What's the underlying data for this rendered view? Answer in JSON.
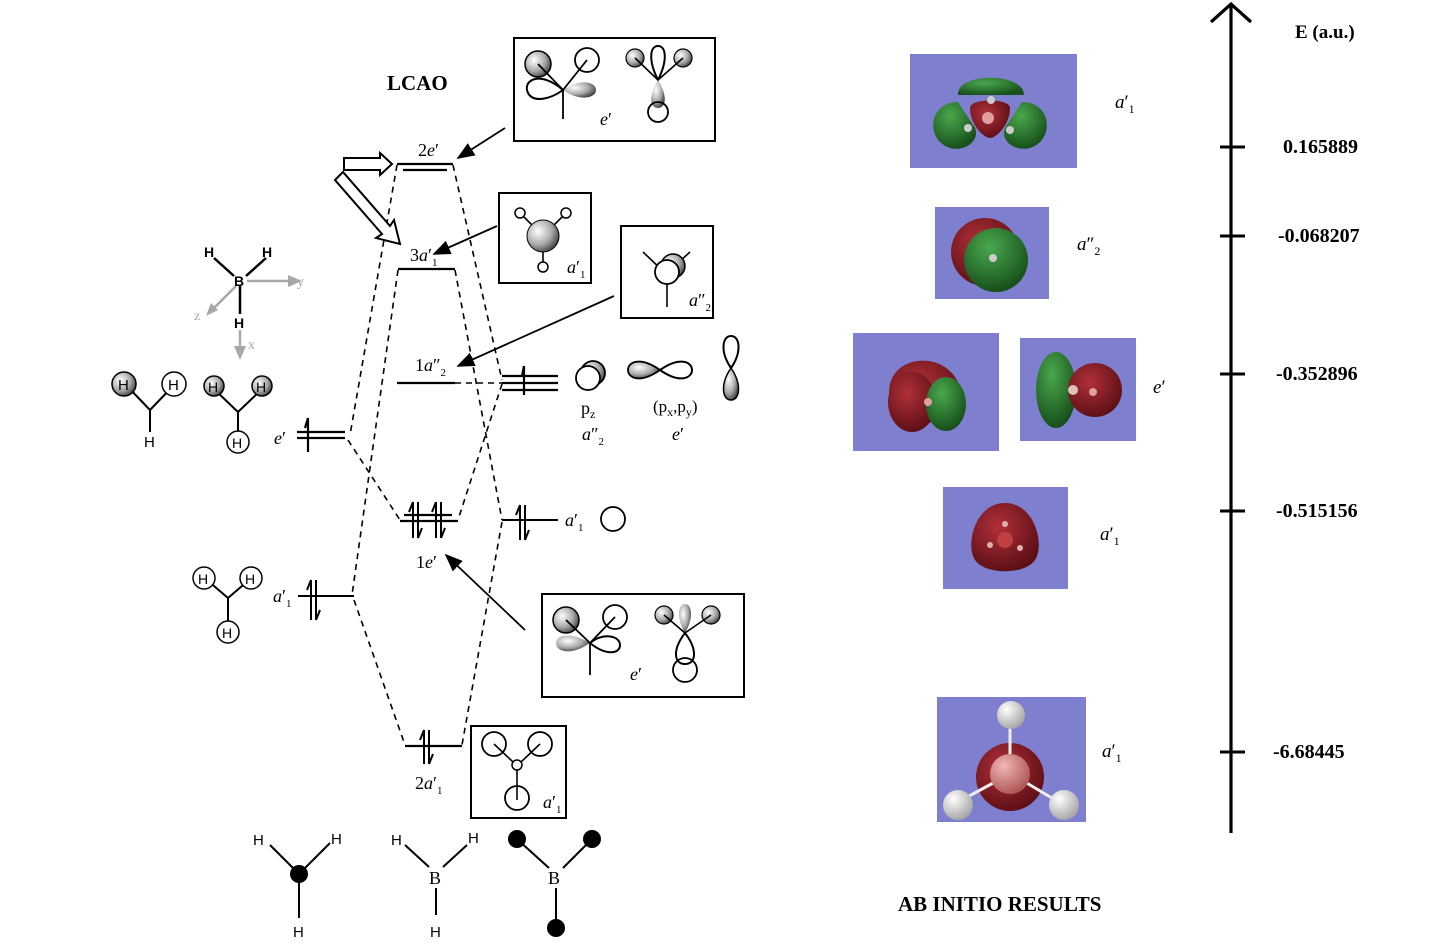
{
  "lcao": {
    "title": "LCAO",
    "mo_levels": {
      "2e": {
        "num": "2",
        "sym": "e",
        "prime": "′"
      },
      "3a1": {
        "num": "3",
        "sym": "a",
        "prime": "′",
        "sub": "1"
      },
      "1a2": {
        "num": "1",
        "sym": "a",
        "prime": "″",
        "sub": "2"
      },
      "1e": {
        "num": "1",
        "sym": "e",
        "prime": "′"
      },
      "2a1": {
        "num": "2",
        "sym": "a",
        "prime": "′",
        "sub": "1"
      }
    },
    "h3_fragment": {
      "e_label": {
        "sym": "e",
        "prime": "′"
      },
      "a1_label": {
        "sym": "a",
        "prime": "′",
        "sub": "1"
      },
      "atom_label": "H"
    },
    "boron_fragment": {
      "pz_label": "p",
      "pz_sub": "z",
      "pz_sym": {
        "sym": "a",
        "prime": "″",
        "sub": "2"
      },
      "pxpy_label": "(p",
      "pxpy_sub1": "x",
      "pxpy_mid": ",p",
      "pxpy_sub2": "y",
      "pxpy_close": ")",
      "pxpy_sym": {
        "sym": "e",
        "prime": "′"
      },
      "s_sym": {
        "sym": "a",
        "prime": "′",
        "sub": "1"
      }
    },
    "boxes": {
      "box_2e": {
        "sym": "e",
        "prime": "′"
      },
      "box_3a1": {
        "sym": "a",
        "prime": "′",
        "sub": "1"
      },
      "box_1a2": {
        "sym": "a",
        "prime": "″",
        "sub": "2"
      },
      "box_1e": {
        "sym": "e",
        "prime": "′"
      },
      "box_2a1": {
        "sym": "a",
        "prime": "′",
        "sub": "1"
      }
    },
    "axes_molecule": {
      "atom_B": "B",
      "atom_H": "H",
      "axis_x": "x",
      "axis_y": "y",
      "axis_z": "z"
    },
    "bottom_molecules": {
      "atom_B": "B",
      "atom_H": "H"
    }
  },
  "ab_initio": {
    "title": "AB INITIO RESULTS",
    "axis_label": "E (a.u.)",
    "energies": [
      {
        "value": "0.165889",
        "sym": "a",
        "prime": "′",
        "sub": "1"
      },
      {
        "value": "-0.068207",
        "sym": "a",
        "prime": "″",
        "sub": "2"
      },
      {
        "value": "-0.352896",
        "sym": "e",
        "prime": "′",
        "sub": ""
      },
      {
        "value": "-0.515156",
        "sym": "a",
        "prime": "′",
        "sub": "1"
      },
      {
        "value": "-6.68445",
        "sym": "a",
        "prime": "′",
        "sub": "1"
      }
    ],
    "colors": {
      "background": "#7f7fcf",
      "positive_lobe": "#2f7a33",
      "negative_lobe": "#8b1a22",
      "boron": "#d98a8a",
      "hydrogen": "#e8e8e8"
    }
  }
}
